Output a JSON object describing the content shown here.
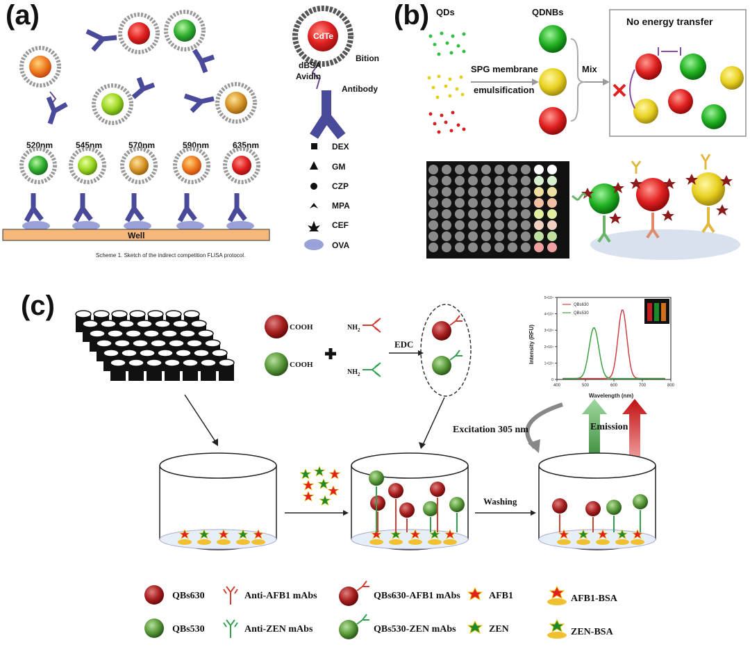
{
  "panel_a": {
    "letter": "(a)",
    "wavelengths": [
      "520nm",
      "545nm",
      "570nm",
      "590nm",
      "635nm"
    ],
    "well_label": "Well",
    "caption": "Scheme 1.  Sketch of the indirect competition FLISA protocol.",
    "detail_labels": {
      "core": "CdTe",
      "dbsa": "dBSA",
      "avidin": "Avidin",
      "biotin": "Bition",
      "antibody": "Antibody"
    },
    "legend": [
      {
        "symbol": "square-icon",
        "label": "DEX"
      },
      {
        "symbol": "triangle-icon",
        "label": "GM"
      },
      {
        "symbol": "circle-icon",
        "label": "CZP"
      },
      {
        "symbol": "chevron-icon",
        "label": "MPA"
      },
      {
        "symbol": "star-icon",
        "label": "CEF"
      },
      {
        "symbol": "ellipse-icon",
        "label": "OVA"
      }
    ]
  },
  "panel_b": {
    "letter": "(b)",
    "qds_label": "QDs",
    "qdnbs_label": "QDNBs",
    "arrow_label_1": "SPG membrane",
    "arrow_label_2": "emulsification",
    "mix_label": "Mix",
    "box_title": "No energy transfer"
  },
  "panel_c": {
    "letter": "(c)",
    "cooh_1": "COOH",
    "cooh_2": "COOH",
    "nh2_1": "NH",
    "nh2_2": "NH",
    "sub_2": "2",
    "edc_label": "EDC",
    "washing_label": "Washing",
    "excitation_label": "Excitation 305 nm",
    "emission_label": "Emission",
    "legend": [
      {
        "label": "QBs630",
        "icon": "red-bead-icon"
      },
      {
        "label": "Anti-AFB1 mAbs",
        "icon": "red-antibody-icon"
      },
      {
        "label": "QBs630-AFB1 mAbs",
        "icon": "red-bead-antibody-icon"
      },
      {
        "label": "AFB1",
        "icon": "red-star-icon"
      },
      {
        "label": "AFB1-BSA",
        "icon": "red-star-bsa-icon"
      },
      {
        "label": "QBs530",
        "icon": "green-bead-icon"
      },
      {
        "label": "Anti-ZEN mAbs",
        "icon": "green-antibody-icon"
      },
      {
        "label": "QBs530-ZEN mAbs",
        "icon": "green-bead-antibody-icon"
      },
      {
        "label": "ZEN",
        "icon": "green-star-icon"
      },
      {
        "label": "ZEN-BSA",
        "icon": "green-star-bsa-icon"
      }
    ]
  },
  "chart_data": {
    "type": "line",
    "xlabel": "Wavelength (nm)",
    "ylabel": "Intensity (RFU)",
    "xlim": [
      400,
      800
    ],
    "ylim": [
      0,
      50000
    ],
    "x_ticks": [
      "400",
      "500",
      "600",
      "700",
      "800"
    ],
    "y_ticks": [
      "0",
      "1×10⁴",
      "2×10⁴",
      "3×10⁴",
      "4×10⁴",
      "5×10⁴"
    ],
    "series": [
      {
        "name": "QBs630",
        "color": "#d04040",
        "peak_x": 630,
        "peak_y": 42000,
        "width": 22
      },
      {
        "name": "QBs530",
        "color": "#3aa040",
        "peak_x": 530,
        "peak_y": 31000,
        "width": 24
      }
    ]
  }
}
